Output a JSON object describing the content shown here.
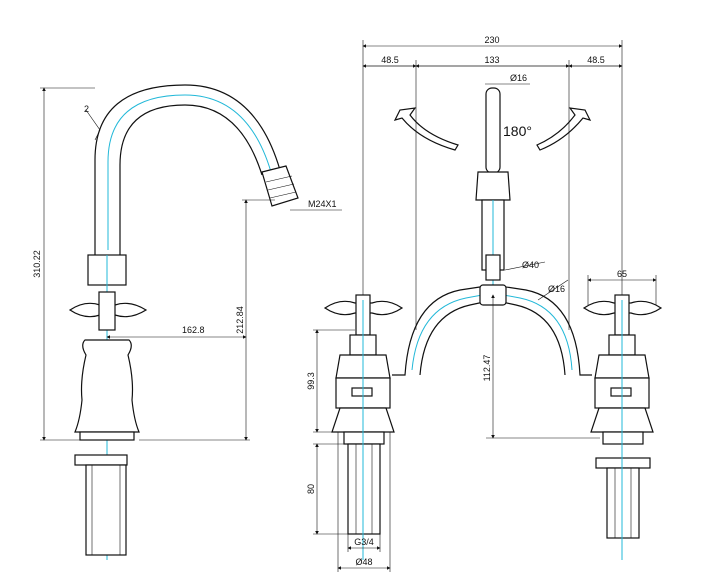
{
  "labels": {
    "spout_width": "230",
    "left_offset": "48.5",
    "center_span": "133",
    "right_offset": "48.5",
    "spout_tip_dia": "Ø16",
    "rotation": "180°",
    "side_height": "310.22",
    "angle": "2",
    "thread": "M24X1",
    "spout_height": "212.84",
    "reach": "162.8",
    "bridge_dia": "Ø40",
    "bridge_tube_dia": "Ø16",
    "handle_width": "65",
    "valve_height": "99.3",
    "bridge_height": "112.47",
    "tail_length": "80",
    "tail_thread": "G3/4",
    "base_dia": "Ø48"
  }
}
